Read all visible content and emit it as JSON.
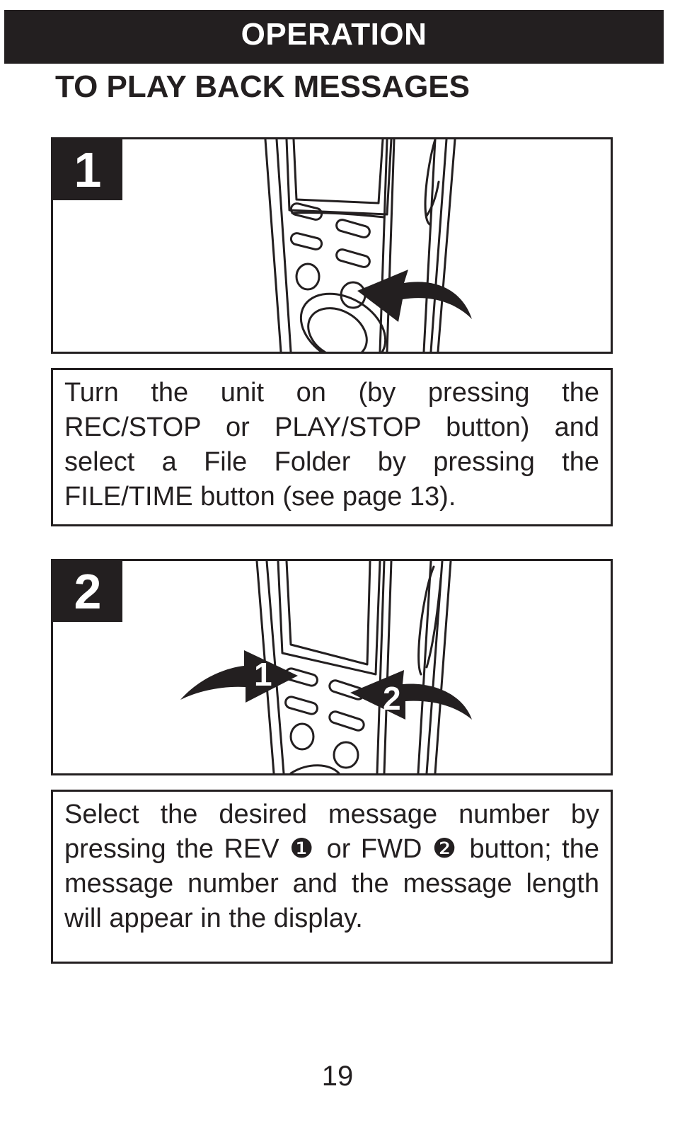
{
  "header": {
    "title": "OPERATION"
  },
  "section": {
    "title": "TO PLAY BACK MESSAGES"
  },
  "steps": [
    {
      "number": "1",
      "lines": [
        "Turn the unit on (by pressing the",
        "REC/STOP or PLAY/STOP button) and",
        "select a File Folder by pressing the",
        "FILE/TIME button (see page 13)."
      ]
    },
    {
      "number": "2",
      "arrow_labels": [
        "1",
        "2"
      ],
      "lines": [
        "Select the desired message number by",
        "pressing the REV ❶ or FWD ❷ button; the",
        "message number and the message length",
        "will appear in the display."
      ]
    }
  ],
  "footer": {
    "page_number": "19"
  },
  "colors": {
    "ink": "#231f20",
    "paper": "#ffffff"
  }
}
